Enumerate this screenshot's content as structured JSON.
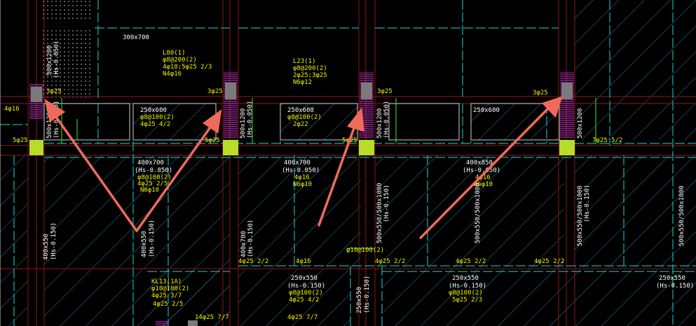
{
  "colors": {
    "background": "#000000",
    "grid": "#6b0d0d",
    "wall_dashed": "#1fd3d3",
    "hatch": "#2a7d8f",
    "column_hatch_pink": "#d33bd3",
    "column_fill": "#7a7a7a",
    "footing_fill": "#b6dd2a",
    "annotation_white": "#ffffff",
    "annotation_yellow": "#f0f000",
    "annotation_green": "#33ee33",
    "annotation_orange": "#ff9900",
    "arrow": "#f06a5c"
  },
  "drawing": {
    "labels": {
      "beam_top": "300x700",
      "l80": "L80(1)",
      "l80_a": "φ8@200(2)",
      "l80_b": "4φ18;5φ25 2/3",
      "l80_c": "N4φ16",
      "l23": "L23(1)",
      "l23_a": "φ8@200(2)",
      "l23_b": "2φ25;3φ25",
      "l23_c": "N6φ12",
      "b250x600_1": "250x600",
      "b250x600_1a": "φ8@100(2)",
      "b250x600_1b": "4φ25 4/2",
      "b250x608": "250x608",
      "b250x608a": "φ8@100(2)",
      "b250x608b": "2φ22",
      "b250x600_2": "250x600",
      "col_left": "500x1200",
      "col_left_h": "(Hs-0.850)",
      "col_left2": "500x1200",
      "col_left2_h": "(Hs-0.050)",
      "col_mid": "500x1200",
      "col_mid_h": "(Hs-0.050)",
      "col_right": "500x1200",
      "col_right_h": "(Hs-0.050)",
      "b400x700_1": "400x700",
      "b400x700_1h": "(Hs-0.850)",
      "b400x700_1a": "φ8@100(2)",
      "b400x700_1b": "4φ25 2/5",
      "b400x700_1c": "N6φ10",
      "b400x700_2": "400x700",
      "b400x700_2h": "(Hs-0.050)",
      "b400x700_2a": "4φ16",
      "b400x700_2b": "N6φ10",
      "b400x850": "400x850",
      "b400x850h": "(Hs-0.050)",
      "b400x850a": "4φ16",
      "b400x850b": "N6φ10",
      "b400x550_1": "400x550",
      "b400x550_1h": "(Hs-0.150)",
      "b400x550_2": "400x550",
      "b400x550_2h": "(Hs-0.150)",
      "b400x700_3": "400x700",
      "b400x700_3h": "(Hs-0.150)",
      "b500x550": "500x550/500x1000",
      "b500x550h": "(Hs-0.150)",
      "b250x550_1": "250x550",
      "b250x550_1h": "(Hs-0.150)",
      "b250x550_1a": "φ8@100(2)",
      "b250x550_1b": "4φ25 4/2",
      "b250x550_2": "250x550",
      "b250x550_2h": "(Hs-0.150)",
      "b250x550_2a": "φ8@100(2)",
      "b250x550_2b": "5φ25 2/3",
      "b250x550_3": "250x550",
      "b250x550_3h": "(Hs-0.150)",
      "b250x550_v": "250x550",
      "b250x550_vh": "(Hs-0.150)",
      "kl13": "KL13(1A)",
      "kl13a": "φ10@100(2)",
      "kl13b": "4φ25 3/7",
      "tag_3025_1": "3φ25",
      "tag_3025_2": "3φ25",
      "tag_3025_3": "3φ25",
      "tag_3025_4": "3φ25",
      "tag_5025_1": "5φ25",
      "tag_5025_2": "5φ25",
      "tag_5025_3": "5φ25",
      "tag_7025": "7φ25 5/2",
      "tag_4016_1": "4φ16",
      "tag_4016_2": "4φ16",
      "tag_4025_1": "4φ25 2/2",
      "tag_4025_2": "4φ25 2/2",
      "tag_4025_3": "4φ25 2/2",
      "tag_4025_4": "4φ25 2/2",
      "tag_1612": "φ10@100(2)",
      "tag_bottom_1": "4φ25 2/5",
      "tag_bottom_2": "14φ25 7/7",
      "tag_bottom_3": "4φ25 7/7"
    }
  }
}
